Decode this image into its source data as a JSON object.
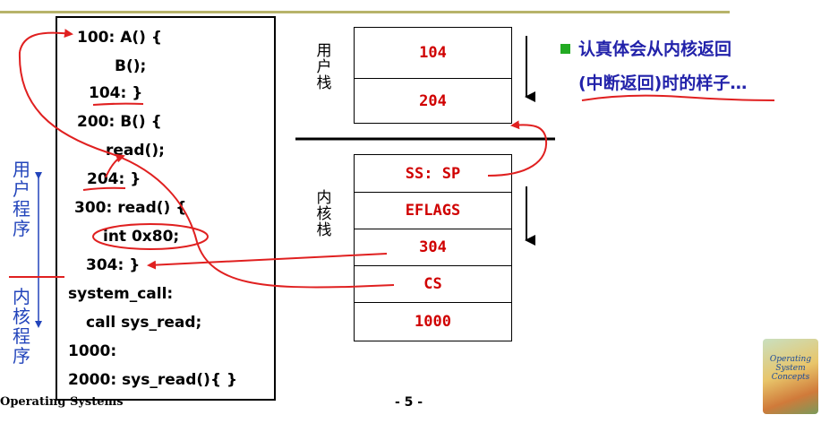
{
  "code": {
    "lines": [
      "100: A() {",
      "B();",
      "104: }",
      "200: B() {",
      "read();",
      "204: }",
      "300: read() {",
      "int 0x80;",
      "304: }",
      "system_call:",
      "call sys_read;",
      "1000:",
      "2000: sys_read(){   }"
    ]
  },
  "user_stack": {
    "label": [
      "用",
      "户",
      "栈"
    ],
    "cells": [
      "104",
      "204"
    ]
  },
  "kernel_stack": {
    "label": [
      "内",
      "核",
      "栈"
    ],
    "cells": [
      "SS: SP",
      "EFLAGS",
      "304",
      "CS",
      "1000"
    ]
  },
  "left_labels": {
    "user_program": [
      "用",
      "户",
      "程",
      "序"
    ],
    "kernel_program": [
      "内",
      "核",
      "程",
      "序"
    ]
  },
  "note": {
    "line1": "认真体会从内核返回",
    "line2": "(中断返回)时的样子…",
    "bullet_color": "#22aa22"
  },
  "footer": {
    "course": "Operating Systems",
    "page": "- 5 -"
  },
  "book": {
    "title": [
      "Operating",
      "System",
      "Concepts"
    ]
  },
  "colors": {
    "annotation_red": "#e02020",
    "code_text": "#000000",
    "stack_text": "#d00000",
    "label_blue": "#2244bb"
  }
}
